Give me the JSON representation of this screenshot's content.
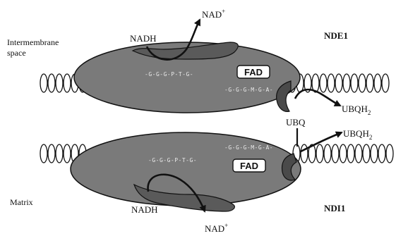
{
  "labels": {
    "intermembrane_line1": "Intermembrane",
    "intermembrane_line2": "space",
    "matrix": "Matrix",
    "nde1": "NDE1",
    "ndi1": "NDI1"
  },
  "top_enzyme": {
    "substrate": "NADH",
    "product_base": "NAD",
    "product_sup": "+",
    "cofactor": "FAD",
    "seq_left": "-G-G-G-P-T-G-",
    "seq_right": "-G-G-G-M-G-A-",
    "quinone_product_base": "UBQH",
    "quinone_product_sub": "2"
  },
  "bottom_enzyme": {
    "substrate": "NADH",
    "product_base": "NAD",
    "product_sup": "+",
    "cofactor": "FAD",
    "seq_left": "-G-G-G-P-T-G-",
    "seq_right": "-G-G-G-M-G-A-",
    "quinone_product_base": "UBQH",
    "quinone_product_sub": "2"
  },
  "quinone": "UBQ",
  "colors": {
    "enzyme_fill": "#7a7a7a",
    "enzyme_pocket": "#5e5e5e",
    "fad_box": "#ffffff",
    "membrane_bead": "#ffffff",
    "stroke": "#111111"
  }
}
